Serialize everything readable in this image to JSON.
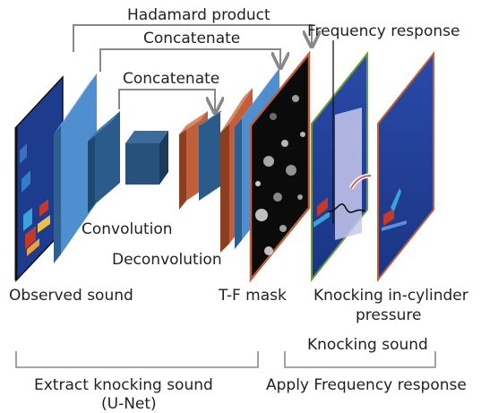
{
  "labels": {
    "hadamard": "Hadamard product",
    "concat_outer": "Concatenate",
    "concat_inner": "Concatenate",
    "convolution": "Convolution",
    "deconvolution": "Deconvolution",
    "observed": "Observed sound",
    "tf_mask": "T-F mask",
    "freq_response": "Frequency response",
    "knocking_line1": "Knocking in-cylinder",
    "knocking_line2": "pressure",
    "knocking_sound": "Knocking sound",
    "extract_line1": "Extract knocking sound",
    "extract_line2": "(U-Net)",
    "apply": "Apply Frequency response"
  },
  "colors": {
    "block_blue": "#4f8fcf",
    "block_blue_side": "#2e5f90",
    "block_dark": "#27507a",
    "block_dark_side": "#1b3a5a",
    "block_orange": "#c0603a",
    "block_orange_side": "#8a3f22",
    "spectrogram_bg": "#1f3c8f",
    "connector": "#888888"
  }
}
